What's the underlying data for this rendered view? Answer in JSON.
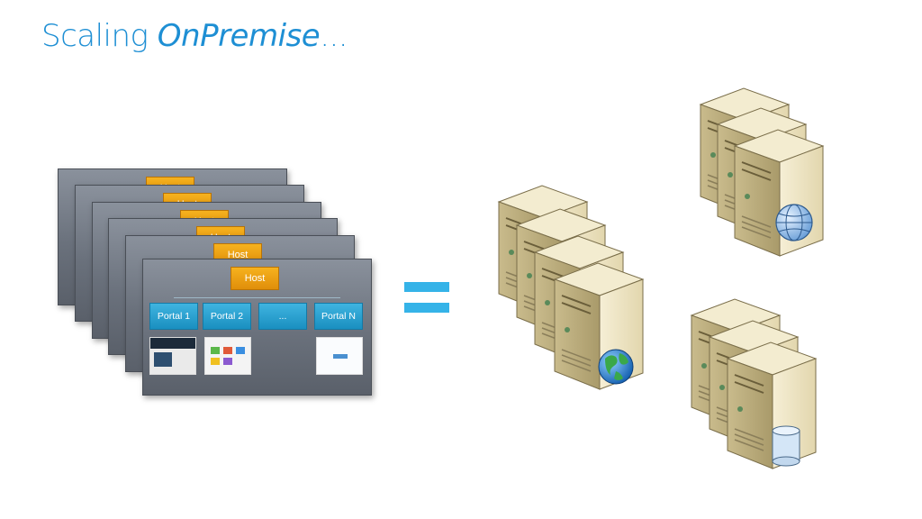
{
  "title": {
    "text_plain": "Scaling ",
    "text_italic": "OnPremise",
    "ellipsis": "..."
  },
  "farm": {
    "host_label": "Host",
    "portals": [
      "Portal 1",
      "Portal 2",
      "...",
      "Portal N"
    ]
  },
  "colors": {
    "title": "#1e8fd4",
    "host": "#f0a010",
    "portal": "#2aa3d6",
    "equals": "#35b3e8",
    "server_body": "#efe6c4",
    "globe": "#2f8fd8",
    "database": "#cfe2f4"
  },
  "icons": {
    "web_server_cluster": "server-with-globe-icon",
    "web_server_cluster_small": "server-with-wireframe-globe-icon",
    "db_server_cluster": "server-with-database-icon"
  }
}
